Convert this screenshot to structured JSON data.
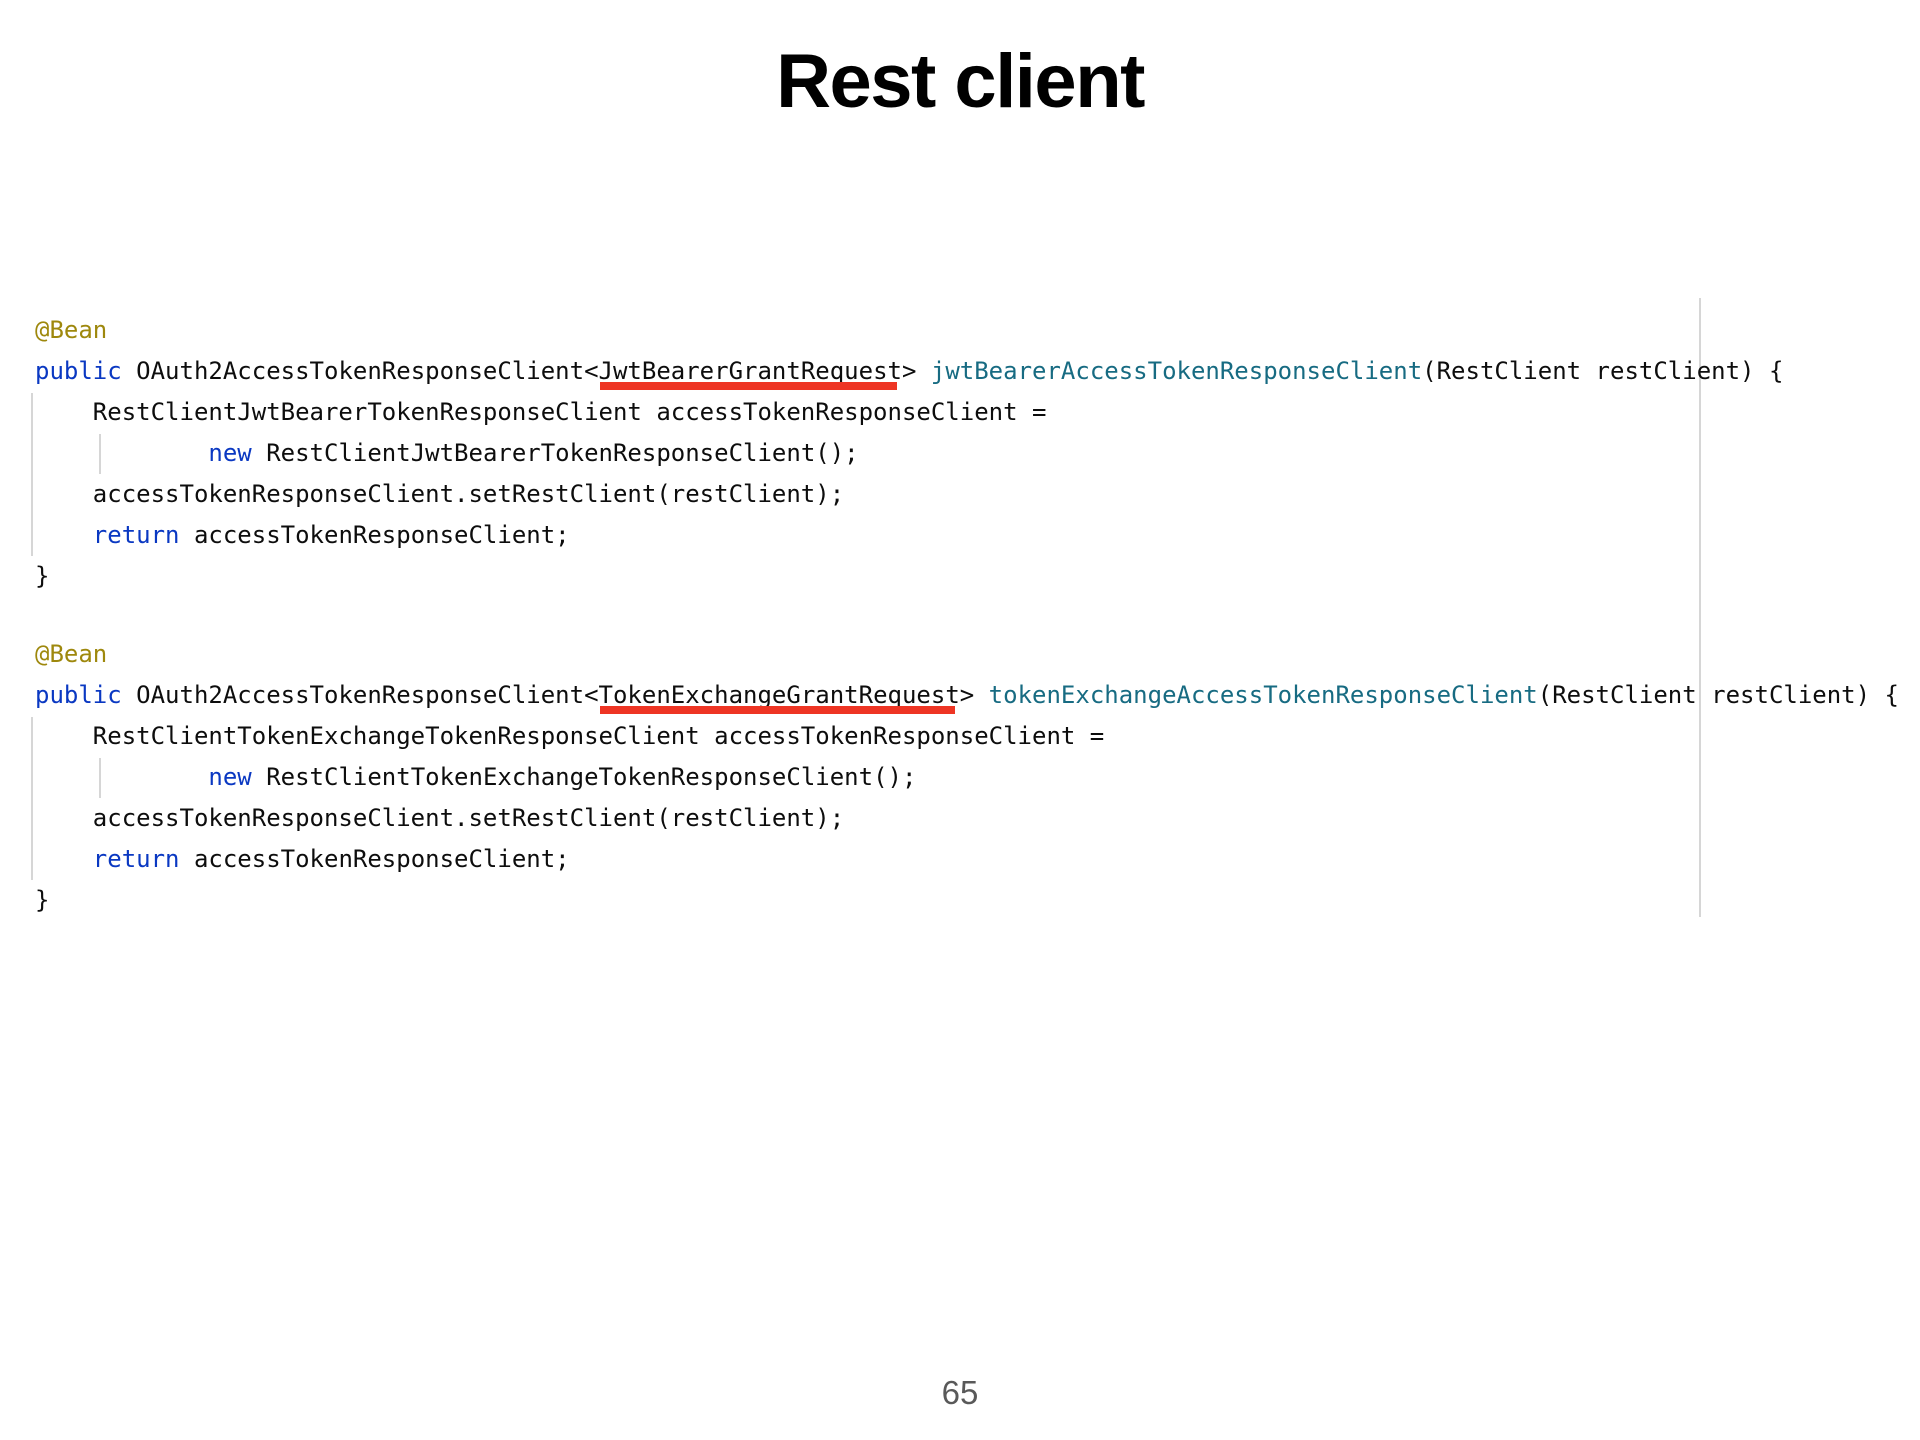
{
  "slide": {
    "title": "Rest client",
    "page_number": "65"
  },
  "colors": {
    "keyword": "#0a38c2",
    "annotation": "#9e880d",
    "method": "#176b82",
    "code_text": "#0d0d0d",
    "underline_red": "#ee3524",
    "guide_gray": "#d6d6d6",
    "page_number_gray": "#595959"
  },
  "code": {
    "language": "java",
    "blocks": [
      {
        "lines": [
          [
            {
              "t": "annotation",
              "s": "@Bean"
            }
          ],
          [
            {
              "t": "keyword",
              "s": "public"
            },
            {
              "t": "plain",
              "s": " OAuth2AccessTokenResponseClient<"
            },
            {
              "t": "plain",
              "s": "JwtBearerGrantRequest",
              "mark": true
            },
            {
              "t": "plain",
              "s": "> "
            },
            {
              "t": "method",
              "s": "jwtBearerAccessTokenResponseClient"
            },
            {
              "t": "plain",
              "s": "(RestClient restClient) {"
            }
          ],
          [
            {
              "t": "plain",
              "s": "    RestClientJwtBearerTokenResponseClient accessTokenResponseClient ="
            }
          ],
          [
            {
              "t": "plain",
              "s": "            "
            },
            {
              "t": "keyword",
              "s": "new"
            },
            {
              "t": "plain",
              "s": " RestClientJwtBearerTokenResponseClient();"
            }
          ],
          [
            {
              "t": "plain",
              "s": "    accessTokenResponseClient.setRestClient(restClient);"
            }
          ],
          [
            {
              "t": "plain",
              "s": "    "
            },
            {
              "t": "keyword",
              "s": "return"
            },
            {
              "t": "plain",
              "s": " accessTokenResponseClient;"
            }
          ],
          [
            {
              "t": "plain",
              "s": "}"
            }
          ]
        ]
      },
      {
        "lines": [
          [
            {
              "t": "annotation",
              "s": "@Bean"
            }
          ],
          [
            {
              "t": "keyword",
              "s": "public"
            },
            {
              "t": "plain",
              "s": " OAuth2AccessTokenResponseClient<"
            },
            {
              "t": "plain",
              "s": "TokenExchangeGrantRequest",
              "mark": true
            },
            {
              "t": "plain",
              "s": "> "
            },
            {
              "t": "method",
              "s": "tokenExchangeAccessTokenResponseClient"
            },
            {
              "t": "plain",
              "s": "(RestClient restClient) {"
            }
          ],
          [
            {
              "t": "plain",
              "s": "    RestClientTokenExchangeTokenResponseClient accessTokenResponseClient ="
            }
          ],
          [
            {
              "t": "plain",
              "s": "            "
            },
            {
              "t": "keyword",
              "s": "new"
            },
            {
              "t": "plain",
              "s": " RestClientTokenExchangeTokenResponseClient();"
            }
          ],
          [
            {
              "t": "plain",
              "s": "    accessTokenResponseClient.setRestClient(restClient);"
            }
          ],
          [
            {
              "t": "plain",
              "s": "    "
            },
            {
              "t": "keyword",
              "s": "return"
            },
            {
              "t": "plain",
              "s": " accessTokenResponseClient;"
            }
          ],
          [
            {
              "t": "plain",
              "s": "}"
            }
          ]
        ]
      }
    ]
  }
}
